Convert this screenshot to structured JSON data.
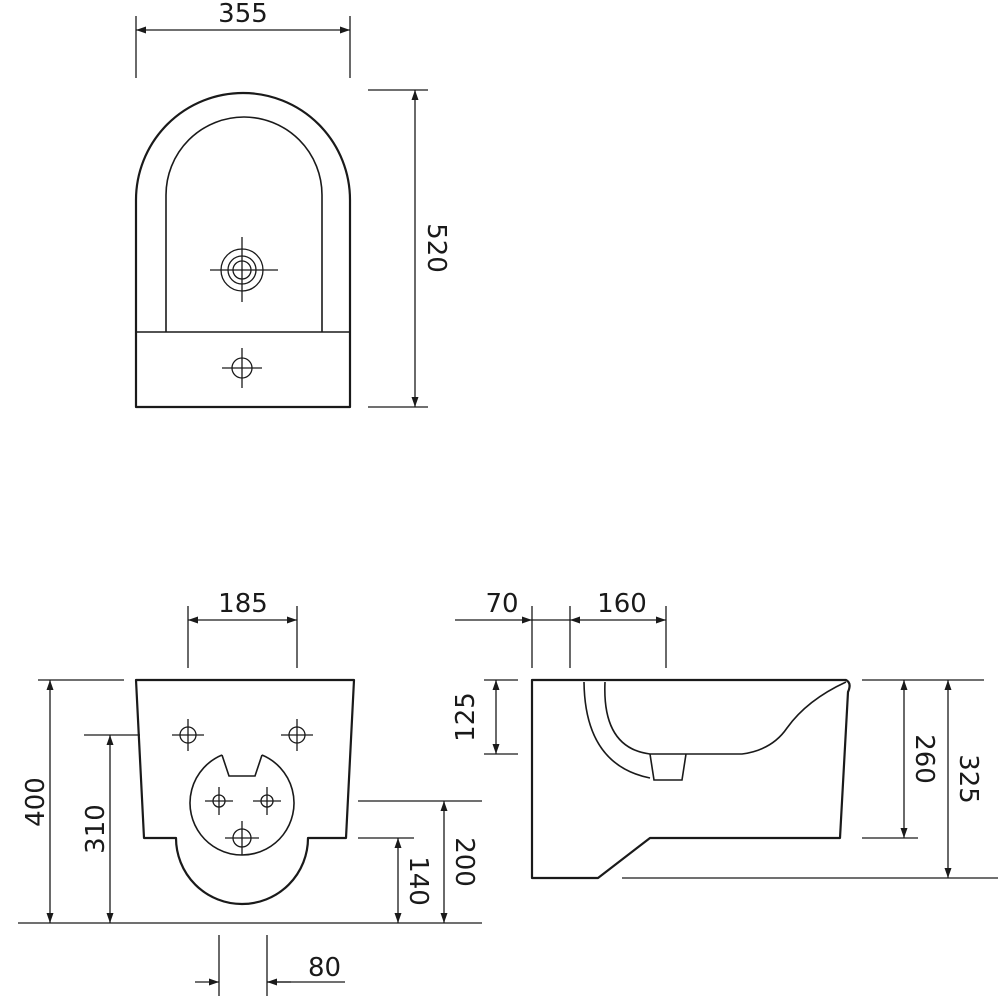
{
  "dimensions": {
    "top_width": "355",
    "top_depth": "520",
    "front_fixing_spacing": "185",
    "front_height": "400",
    "front_fixing_height": "310",
    "front_waste_height": "200",
    "front_waste_center": "140",
    "front_waste_spacing": "80",
    "side_offset": "70",
    "side_tap_offset": "160",
    "side_bowl_depth": "125",
    "side_inner_height": "260",
    "side_total_height": "325"
  },
  "colors": {
    "line": "#1a1a1a",
    "background": "#ffffff"
  }
}
